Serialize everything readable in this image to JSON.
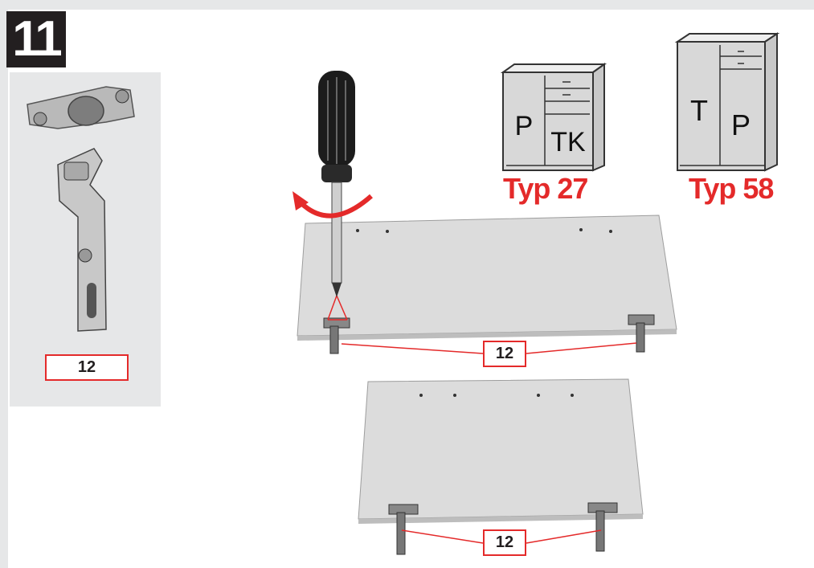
{
  "step": {
    "number": "11"
  },
  "part": {
    "label": "12",
    "name": "hinge"
  },
  "callouts": {
    "upper_door": "12",
    "lower_door": "12"
  },
  "cabinets": [
    {
      "type_label": "Typ 27",
      "doors": [
        "P",
        "TK"
      ]
    },
    {
      "type_label": "Typ 58",
      "doors": [
        "T",
        "P"
      ]
    }
  ],
  "colors": {
    "accent": "#e42a2a",
    "panel": "#e6e7e8",
    "board": "#dcdcdc",
    "dark": "#231f20"
  },
  "icons": [
    "screwdriver-icon",
    "rotation-arrow-icon",
    "hinge-icon",
    "cabinet-icon"
  ]
}
